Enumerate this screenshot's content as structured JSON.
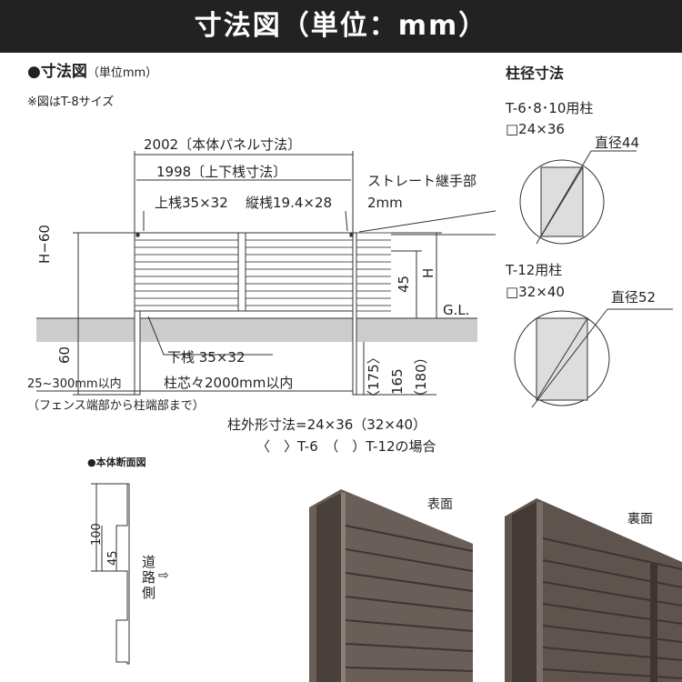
{
  "header": {
    "title": "寸法図（単位：mm）"
  },
  "main_diagram": {
    "title": "●寸法図",
    "unit": "（単位mm）",
    "note": "※図はT-8サイズ",
    "width_panel": "2002〔本体パネル寸法〕",
    "width_rail": "1998〔上下桟寸法〕",
    "top_rail": "上桟35×32",
    "vertical_rail": "縦桟19.4×28",
    "straight_joint": "ストレート継手部",
    "joint_gap": "2mm",
    "h_minus_60": "H−60",
    "dim_60": "60",
    "dim_45": "45",
    "dim_h": "H",
    "gl": "G.L.",
    "bottom_rail": "下桟 35×32",
    "post_pitch": "柱芯々2000mm以内",
    "end_range": "25~300mm以内",
    "end_note": "（フェンス端部から柱端部まで）",
    "dim_175": "〈175〉",
    "dim_165": "165",
    "dim_180": "（180）",
    "post_size": "柱外形寸法=24×36（32×40）",
    "post_note": "〈　〉T-6　（　）T-12の場合"
  },
  "post_diagram": {
    "title": "柱径寸法",
    "t6_label": "T-6･8･10用柱",
    "t6_size": "□24×36",
    "t6_diameter": "直径44",
    "t12_label": "T-12用柱",
    "t12_size": "□32×40",
    "t12_diameter": "直径52"
  },
  "section": {
    "title": "●本体断面図",
    "dim_100": "100",
    "dim_45": "45",
    "road_side": "道路側",
    "arrow": "⇨"
  },
  "photos": {
    "front_label": "表面",
    "back_label": "裏面"
  },
  "colors": {
    "header_bg": "#222222",
    "fence": "#5a504a",
    "ground": "#cccccc"
  }
}
